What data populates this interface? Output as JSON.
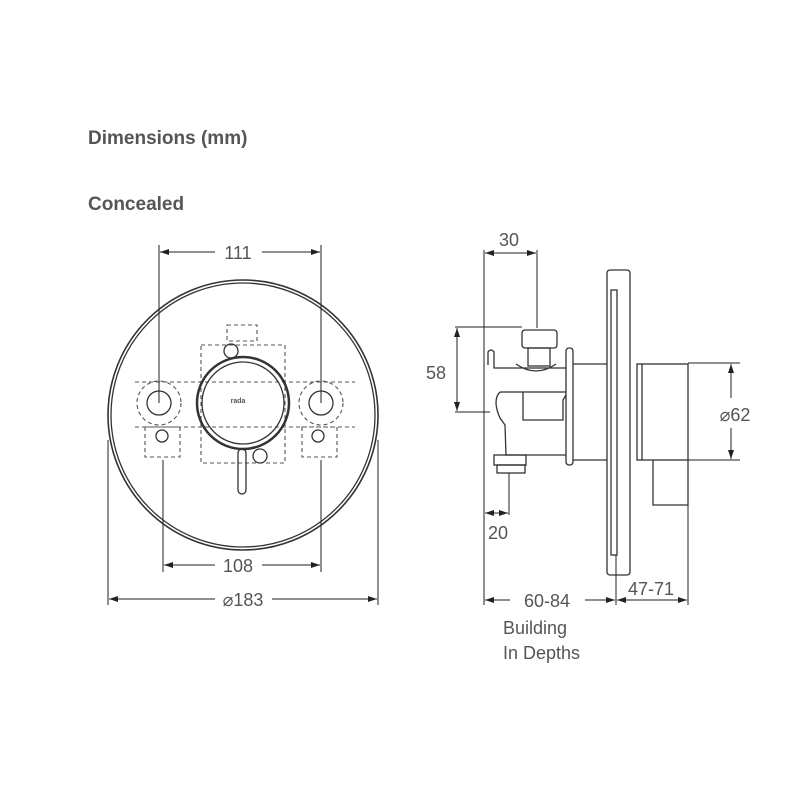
{
  "heading": "Dimensions (mm)",
  "subheading": "Concealed",
  "front_view": {
    "dim_top": "111",
    "dim_bottom": "108",
    "dim_diameter": "⌀183",
    "logo": "rada"
  },
  "side_view": {
    "dim_top": "30",
    "dim_left": "58",
    "dim_diameter": "⌀62",
    "dim_outlet": "20",
    "dim_depth": "60-84",
    "dim_cover": "47-71",
    "note_line1": "Building",
    "note_line2": "In Depths"
  },
  "colors": {
    "line": "#333333",
    "text": "#555555"
  }
}
